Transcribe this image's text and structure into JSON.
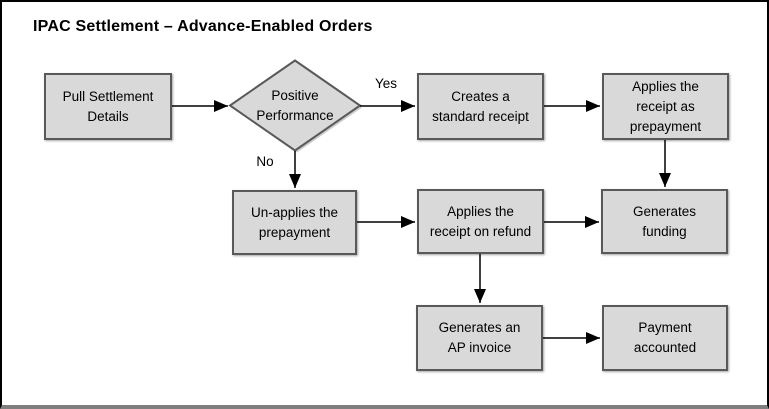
{
  "title": "IPAC Settlement – Advance-Enabled Orders",
  "flowchart": {
    "nodes": {
      "pull_settlement": {
        "type": "process",
        "label": "Pull Settlement\nDetails"
      },
      "positive_performance": {
        "type": "decision",
        "label": "Positive\nPerformance"
      },
      "creates_standard_receipt": {
        "type": "process",
        "label": "Creates a\nstandard receipt"
      },
      "applies_receipt_prepayment": {
        "type": "process",
        "label": "Applies the\nreceipt as\nprepayment"
      },
      "un_applies_prepayment": {
        "type": "process",
        "label": "Un-applies the\nprepayment"
      },
      "applies_receipt_refund": {
        "type": "process",
        "label": "Applies the\nreceipt on refund"
      },
      "generates_funding": {
        "type": "process",
        "label": "Generates\nfunding"
      },
      "generates_ap_invoice": {
        "type": "process",
        "label": "Generates an\nAP invoice"
      },
      "payment_accounted": {
        "type": "process",
        "label": "Payment\naccounted"
      }
    },
    "edge_labels": {
      "yes": "Yes",
      "no": "No"
    },
    "edges": [
      {
        "from": "pull_settlement",
        "to": "positive_performance",
        "label": ""
      },
      {
        "from": "positive_performance",
        "to": "creates_standard_receipt",
        "label": "Yes"
      },
      {
        "from": "creates_standard_receipt",
        "to": "applies_receipt_prepayment",
        "label": ""
      },
      {
        "from": "positive_performance",
        "to": "un_applies_prepayment",
        "label": "No"
      },
      {
        "from": "applies_receipt_prepayment",
        "to": "generates_funding",
        "label": ""
      },
      {
        "from": "un_applies_prepayment",
        "to": "applies_receipt_refund",
        "label": ""
      },
      {
        "from": "applies_receipt_refund",
        "to": "generates_funding",
        "label": ""
      },
      {
        "from": "applies_receipt_refund",
        "to": "generates_ap_invoice",
        "label": ""
      },
      {
        "from": "generates_ap_invoice",
        "to": "payment_accounted",
        "label": ""
      }
    ],
    "colors": {
      "node_fill": "#d9d9d9",
      "node_border": "#595959",
      "connector": "#000000",
      "text": "#000000",
      "frame_border": "#000000",
      "frame_bottom_border": "#7f7f7f",
      "background": "#ffffff"
    }
  }
}
